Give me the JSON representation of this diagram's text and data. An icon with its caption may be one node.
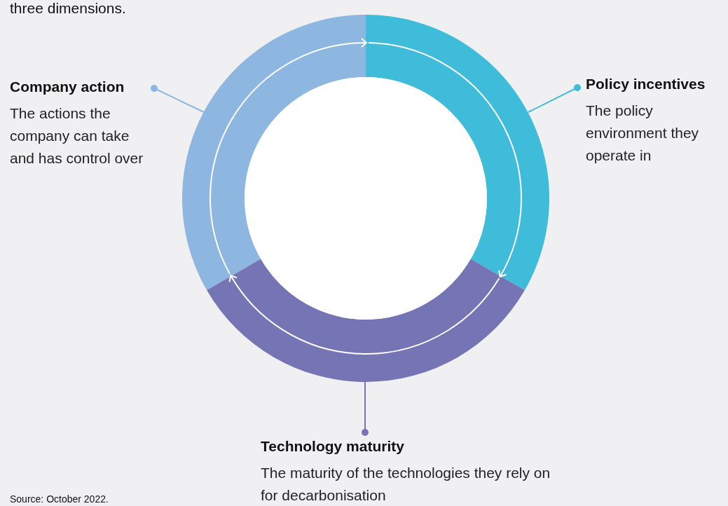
{
  "diagram": {
    "nodes": [
      {
        "text": [
          "Company action",
          "The actions the company can take and has control over"
        ]
      },
      {
        "text": [
          "Policy incentives",
          "The policy environment they operate in"
        ]
      },
      {
        "text": [
          "Technology maturity",
          "The maturity of the technologies they rely on for decarbonisation"
        ]
      },
      {
        "text": [],
        "shape": "arc"
      },
      {
        "text": [],
        "shape": "arc"
      },
      {
        "text": [],
        "shape": "arc"
      },
      {
        "text": [],
        "shape": "circle"
      }
    ],
    "edges": [
      {
        "from": 0,
        "to": 3,
        "arrow": "other",
        "color": "#8db6e0"
      },
      {
        "from": 1,
        "to": 4,
        "arrow": "other",
        "color": "#3ebcd9"
      },
      {
        "from": 2,
        "to": 5,
        "arrow": "other",
        "color": "#7574b5"
      },
      {
        "from": 3,
        "to": 4,
        "arrow": "to",
        "color": "#ffffff"
      },
      {
        "from": 4,
        "to": 5,
        "arrow": "to",
        "color": "#ffffff"
      },
      {
        "from": 5,
        "to": 3,
        "arrow": "to",
        "color": "#ffffff"
      }
    ],
    "labels": [
      "three dimensions.",
      "Source: October 2022."
    ]
  }
}
